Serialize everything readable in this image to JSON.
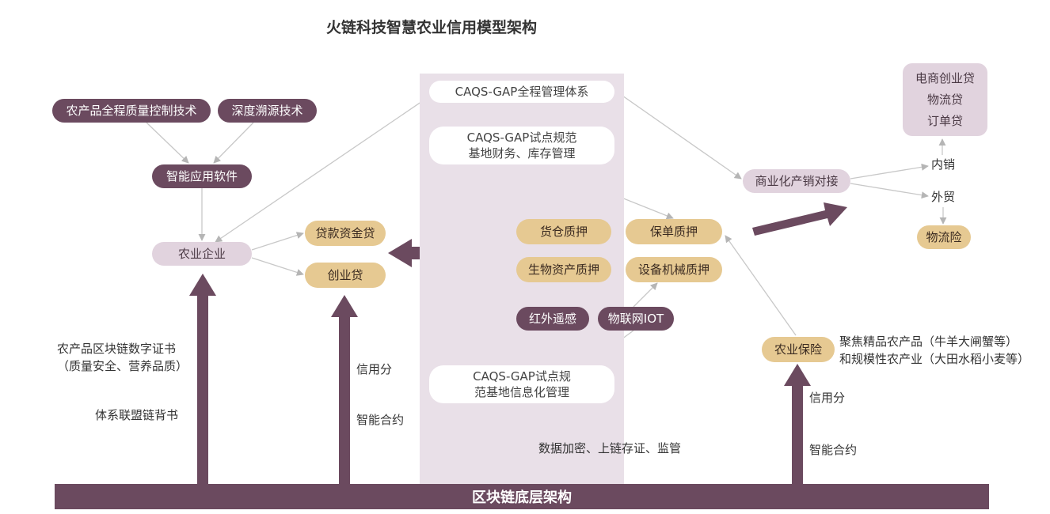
{
  "title": "火链科技智慧农业信用模型架构",
  "nodes": {
    "quality_tech": "农产品全程质量控制技术",
    "trace_tech": "深度溯源技术",
    "smart_app": "智能应用软件",
    "agri_enterprise": "农业企业",
    "loan_fund": "贷款资金贷",
    "startup_loan": "创业贷",
    "caqs_system": "CAQS-GAP全程管理体系",
    "caqs_finance_line1": "CAQS-GAP试点规范",
    "caqs_finance_line2": "基地财务、库存管理",
    "warehouse_pledge": "货仓质押",
    "bio_asset_pledge": "生物资产质押",
    "policy_pledge": "保单质押",
    "equipment_pledge": "设备机械质押",
    "infrared": "红外遥感",
    "iot": "物联网IOT",
    "caqs_info_line1": "CAQS-GAP试点规",
    "caqs_info_line2": "范基地信息化管理",
    "commerce_match": "商业化产销对接",
    "loans_line1": "电商创业贷",
    "loans_line2": "物流贷",
    "loans_line3": "订单贷",
    "domestic": "内销",
    "foreign_trade": "外贸",
    "logistics_insurance": "物流险",
    "agri_insurance": "农业保险"
  },
  "labels": {
    "certificate_line1": "农产品区块链数字证书",
    "certificate_line2": "（质量安全、营养品质）",
    "alliance_chain": "体系联盟链背书",
    "credit_score_1": "信用分",
    "smart_contract_1": "智能合约",
    "data_encryption": "数据加密、上链存证、监管",
    "credit_score_2": "信用分",
    "smart_contract_2": "智能合约",
    "focus_line1": "聚焦精品农产品（牛羊大闸蟹等）",
    "focus_line2": "和规模性农产业（大田水稻小麦等）"
  },
  "base_layer": "区块链底层架构",
  "colors": {
    "dark_purple": "#6b4a5f",
    "gold": "#e6c992",
    "lilac": "#e1d3de",
    "panel": "#e9e0e8",
    "connector": "#c8c8c8"
  }
}
